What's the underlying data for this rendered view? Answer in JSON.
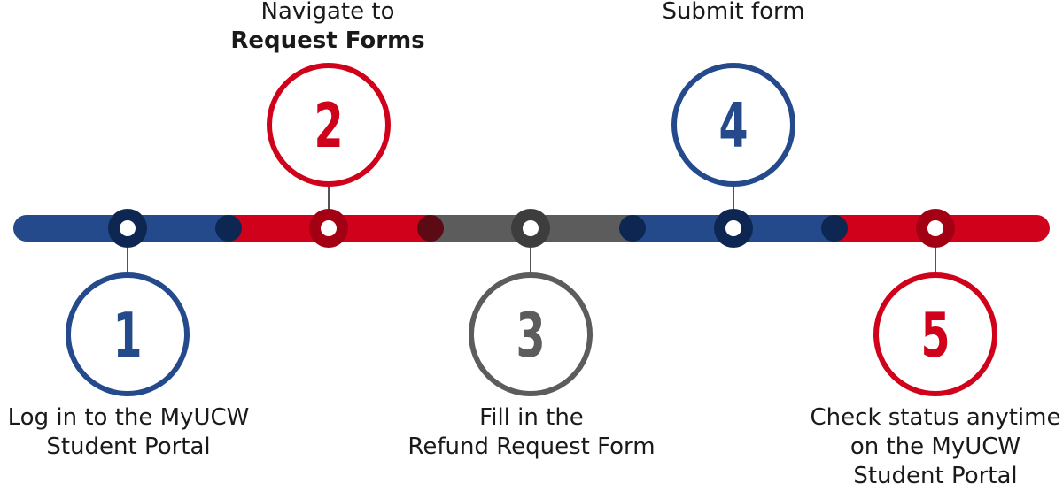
{
  "colors": {
    "blue": "#244a8c",
    "red": "#d0021b",
    "gray": "#5c5c5c",
    "dark_blue": "#0e2752",
    "dark_red": "#5c0a14",
    "text": "#1a1a1a"
  },
  "steps": [
    {
      "number": "1",
      "color": "blue",
      "lines": [
        "Log in to the MyUCW",
        "Student Portal"
      ],
      "bold_line": ""
    },
    {
      "number": "2",
      "color": "red",
      "lines": [
        "Navigate to"
      ],
      "bold_line": "Request Forms"
    },
    {
      "number": "3",
      "color": "gray",
      "lines": [
        "Fill in the",
        "Refund Request Form"
      ],
      "bold_line": ""
    },
    {
      "number": "4",
      "color": "blue",
      "lines": [
        "Submit form"
      ],
      "bold_line": ""
    },
    {
      "number": "5",
      "color": "red",
      "lines": [
        "Check status anytime",
        "on the MyUCW",
        "Student Portal"
      ],
      "bold_line": ""
    }
  ]
}
